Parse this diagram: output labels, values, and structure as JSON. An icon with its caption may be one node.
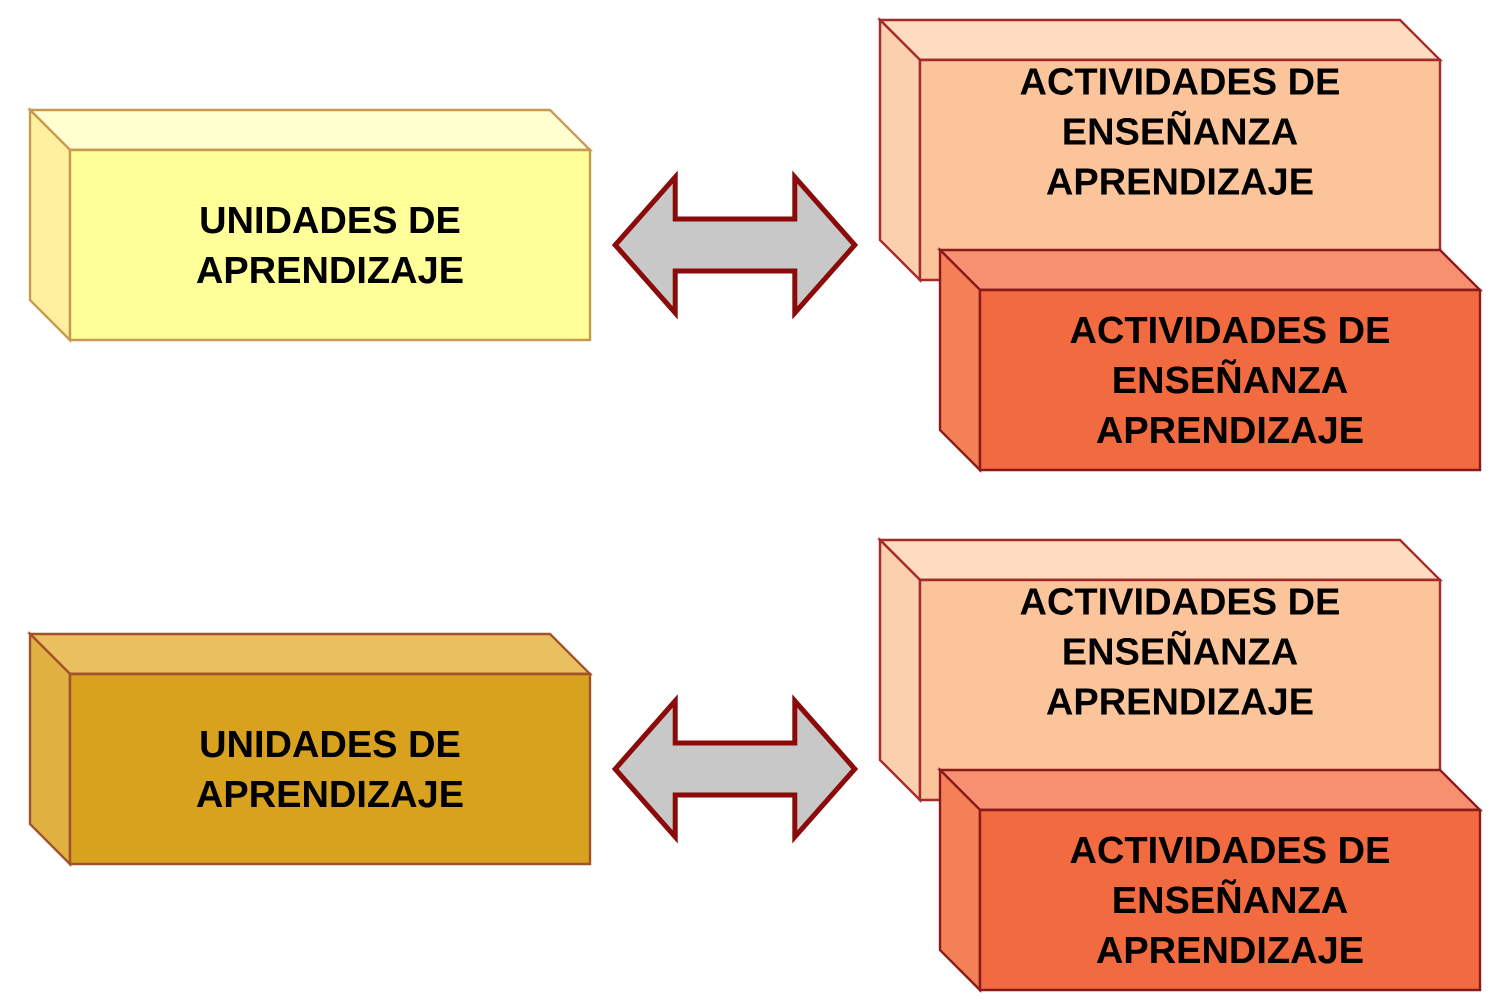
{
  "diagram": {
    "nodes": [
      {
        "text": [
          "UNIDADES DE APRENDIZAJE"
        ]
      },
      {
        "text": [
          "ACTIVIDADES DE ENSEÑANZA APRENDIZAJE"
        ]
      },
      {
        "text": [
          "ACTIVIDADES DE ENSEÑANZA APRENDIZAJE"
        ]
      },
      {
        "text": [
          "UNIDADES DE APRENDIZAJE"
        ]
      },
      {
        "text": [
          "ACTIVIDADES DE ENSEÑANZA APRENDIZAJE"
        ]
      },
      {
        "text": [
          "ACTIVIDADES DE ENSEÑANZA APRENDIZAJE"
        ]
      }
    ],
    "edges": [
      {
        "from": 0,
        "to": 1,
        "arrow": "both"
      },
      {
        "from": 3,
        "to": 4,
        "arrow": "both"
      }
    ]
  }
}
